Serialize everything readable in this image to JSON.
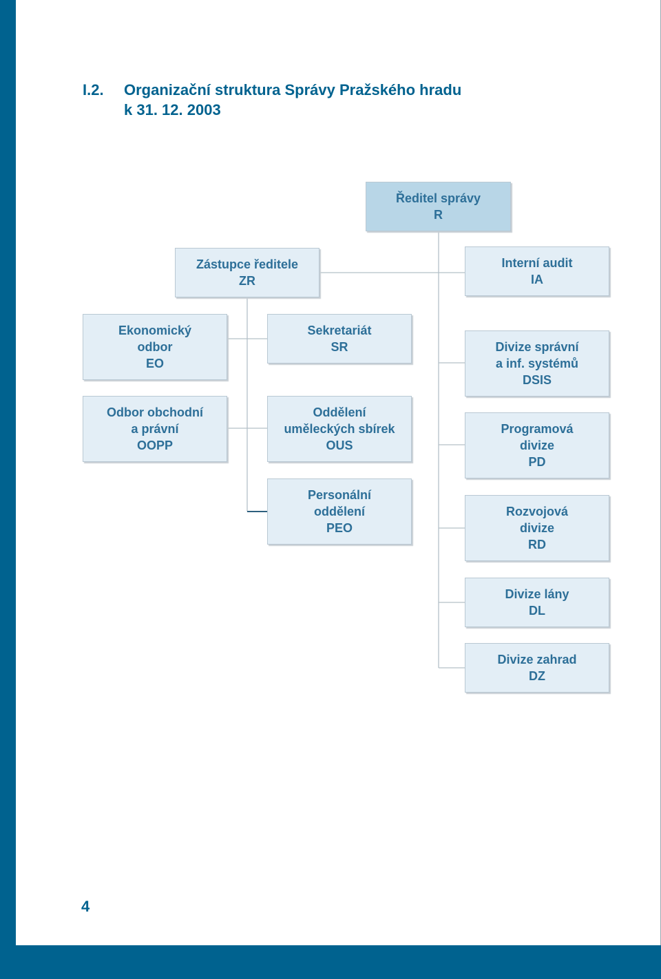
{
  "heading": {
    "number": "I.2.",
    "title": "Organizační struktura Správy Pražského hradu",
    "date": "k 31. 12. 2003"
  },
  "director": {
    "line1": "Ředitel správy",
    "line2": "R"
  },
  "deputy": {
    "line1": "Zástupce ředitele",
    "line2": "ZR"
  },
  "audit": {
    "line1": "Interní audit",
    "line2": "IA"
  },
  "deputy_units": [
    {
      "line1": "Ekonomický",
      "line2": "odbor",
      "line3": "EO"
    },
    {
      "line1": "Odbor obchodní",
      "line2": "a právní",
      "line3": "OOPP"
    },
    {
      "line1": "Sekretariát",
      "line2": "SR"
    },
    {
      "line1": "Oddělení",
      "line2": "uměleckých sbírek",
      "line3": "OUS"
    },
    {
      "line1": "Personální",
      "line2": "oddělení",
      "line3": "PEO"
    }
  ],
  "divisions": [
    {
      "line1": "Divize správní",
      "line2": "a inf. systémů",
      "line3": "DSIS"
    },
    {
      "line1": "Programová",
      "line2": "divize",
      "line3": "PD"
    },
    {
      "line1": "Rozvojová",
      "line2": "divize",
      "line3": "RD"
    },
    {
      "line1": "Divize lány",
      "line2": "DL"
    },
    {
      "line1": "Divize zahrad",
      "line2": "DZ"
    }
  ],
  "page_number": "4",
  "colors": {
    "accent": "#00628f",
    "box_fill": "#e3eef6",
    "top_box_fill": "#b8d6e7",
    "box_text": "#2d6f98"
  }
}
